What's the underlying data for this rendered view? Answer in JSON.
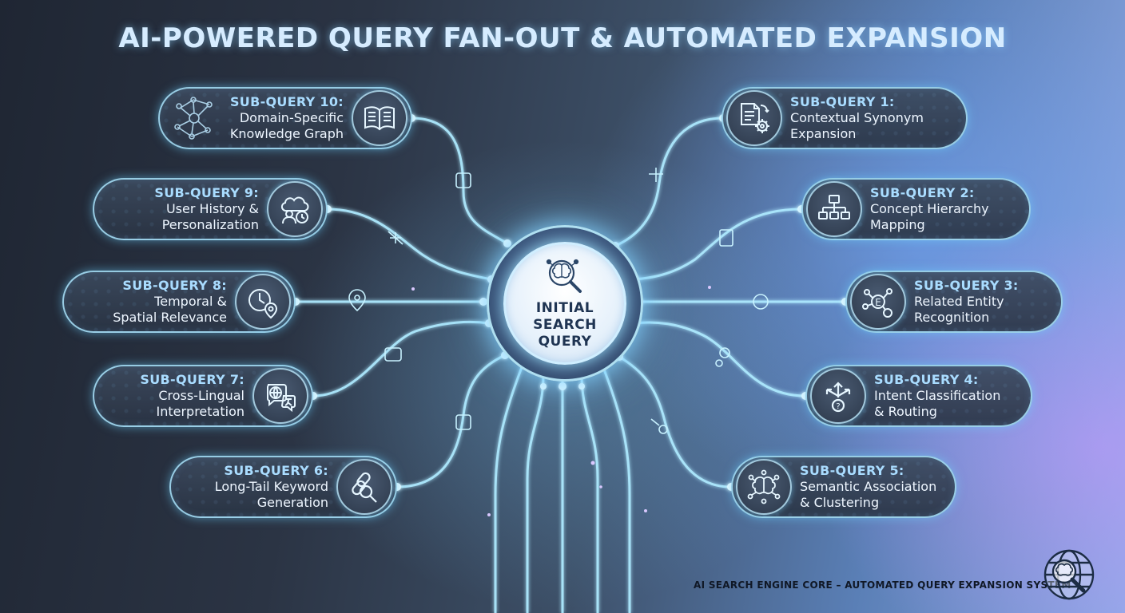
{
  "title": "AI-POWERED QUERY FAN-OUT & AUTOMATED EXPANSION",
  "center": {
    "line1": "INITIAL",
    "line2": "SEARCH",
    "line3": "QUERY",
    "icon": "brain-magnifier-icon"
  },
  "left_nodes": [
    {
      "id": "10",
      "heading": "SUB-QUERY 10:",
      "line1": "Domain-Specific",
      "line2": "Knowledge Graph",
      "icon": "open-book-icon"
    },
    {
      "id": "9",
      "heading": "SUB-QUERY 9:",
      "line1": "User History &",
      "line2": "Personalization",
      "icon": "user-clock-icon"
    },
    {
      "id": "8",
      "heading": "SUB-QUERY 8:",
      "line1": "Temporal &",
      "line2": "Spatial Relevance",
      "icon": "clock-pin-icon"
    },
    {
      "id": "7",
      "heading": "SUB-QUERY 7:",
      "line1": "Cross-Lingual",
      "line2": "Interpretation",
      "icon": "globe-translate-icon"
    },
    {
      "id": "6",
      "heading": "SUB-QUERY 6:",
      "line1": "Long-Tail Keyword",
      "line2": "Generation",
      "icon": "chain-search-icon"
    }
  ],
  "right_nodes": [
    {
      "id": "1",
      "heading": "SUB-QUERY 1:",
      "line1": "Contextual Synonym",
      "line2": "Expansion",
      "icon": "document-gear-icon"
    },
    {
      "id": "2",
      "heading": "SUB-QUERY 2:",
      "line1": "Concept Hierarchy",
      "line2": "Mapping",
      "icon": "hierarchy-icon"
    },
    {
      "id": "3",
      "heading": "SUB-QUERY 3:",
      "line1": "Related Entity",
      "line2": "Recognition",
      "icon": "entity-network-icon"
    },
    {
      "id": "4",
      "heading": "SUB-QUERY 4:",
      "line1": "Intent Classification",
      "line2": "& Routing",
      "icon": "split-arrows-icon"
    },
    {
      "id": "5",
      "heading": "SUB-QUERY 5:",
      "line1": "Semantic Association",
      "line2": "& Clustering",
      "icon": "brain-network-icon"
    }
  ],
  "footer": "AI SEARCH ENGINE CORE – AUTOMATED QUERY EXPANSION SYSTEM",
  "colors": {
    "glow": "#9fe6ff",
    "title": "#d6ecff",
    "node_border": "#aee6ff"
  }
}
